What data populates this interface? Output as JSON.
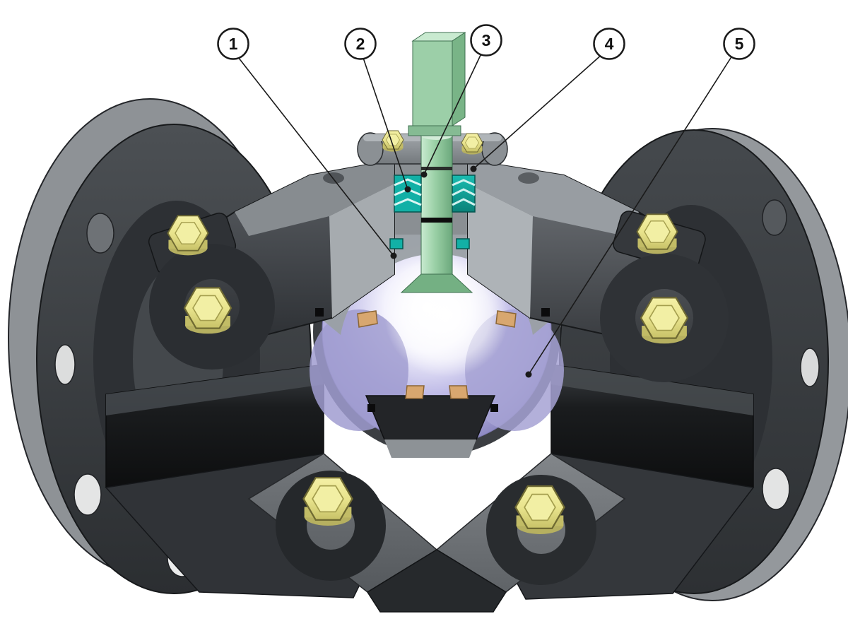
{
  "figure": {
    "type": "cad-cutaway-illustration",
    "subject": "three-way flanged ball valve cross-section",
    "callouts": [
      {
        "label": "1"
      },
      {
        "label": "2"
      },
      {
        "label": "3"
      },
      {
        "label": "4"
      },
      {
        "label": "5"
      }
    ],
    "palette": {
      "background": "#ffffff",
      "body_dark": "#2e3135",
      "body_mid": "#5a5e63",
      "cut_face": "#9aa0a4",
      "flange_rim_light": "#92969a",
      "stem_green": "#9ad0a6",
      "bolt_yellow": "#e9e48d",
      "packing_teal": "#12b0a6",
      "ball_lavender": "#bdb9e6",
      "ball_highlight": "#ffffff",
      "seat_tan": "#d8a76f",
      "bore_dark": "#1a1c1e",
      "outline": "#17191b",
      "callout_line": "#1a1a1a"
    }
  }
}
